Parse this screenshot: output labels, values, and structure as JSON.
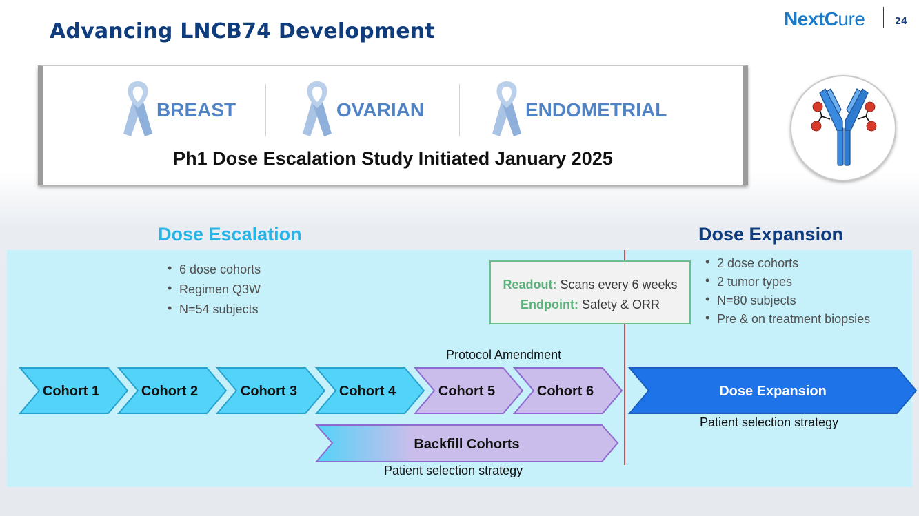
{
  "header": {
    "title": "Advancing LNCB74 Development",
    "logo_bold": "NextC",
    "logo_thin": "ure",
    "page_number": "24"
  },
  "indications": {
    "items": [
      "BREAST",
      "OVARIAN",
      "ENDOMETRIAL"
    ],
    "heading": "Ph1 Dose Escalation Study Initiated January 2025"
  },
  "dose_escalation": {
    "heading": "Dose Escalation",
    "bullets": [
      "6 dose cohorts",
      "Regimen Q3W",
      "N=54 subjects"
    ]
  },
  "dose_expansion": {
    "heading": "Dose Expansion",
    "bullets": [
      "2 dose cohorts",
      "2 tumor types",
      "N=80 subjects",
      "Pre & on treatment biopsies"
    ]
  },
  "readout_box": {
    "readout_label": "Readout:",
    "readout_text": " Scans every 6 weeks",
    "endpoint_label": "Endpoint:",
    "endpoint_text": " Safety & ORR"
  },
  "timeline": {
    "protocol_label": "Protocol Amendment",
    "cohorts": [
      "Cohort 1",
      "Cohort 2",
      "Cohort 3",
      "Cohort 4",
      "Cohort 5",
      "Cohort 6"
    ],
    "expansion_label": "Dose Expansion",
    "expansion_note": "Patient selection strategy",
    "backfill_label": "Backfill Cohorts",
    "backfill_note": "Patient selection strategy"
  },
  "colors": {
    "title": "#0f3c7c",
    "escalation_heading": "#26b4e6",
    "panel": "#c6f1fb",
    "cohort_cyan": "#53d3f8",
    "cohort_purple": "#cbbdeb",
    "expansion_blue": "#1e73e8",
    "ribbon": "#4f83c6",
    "readout_green": "#5ab27a",
    "divider_red": "#d84a4a"
  }
}
